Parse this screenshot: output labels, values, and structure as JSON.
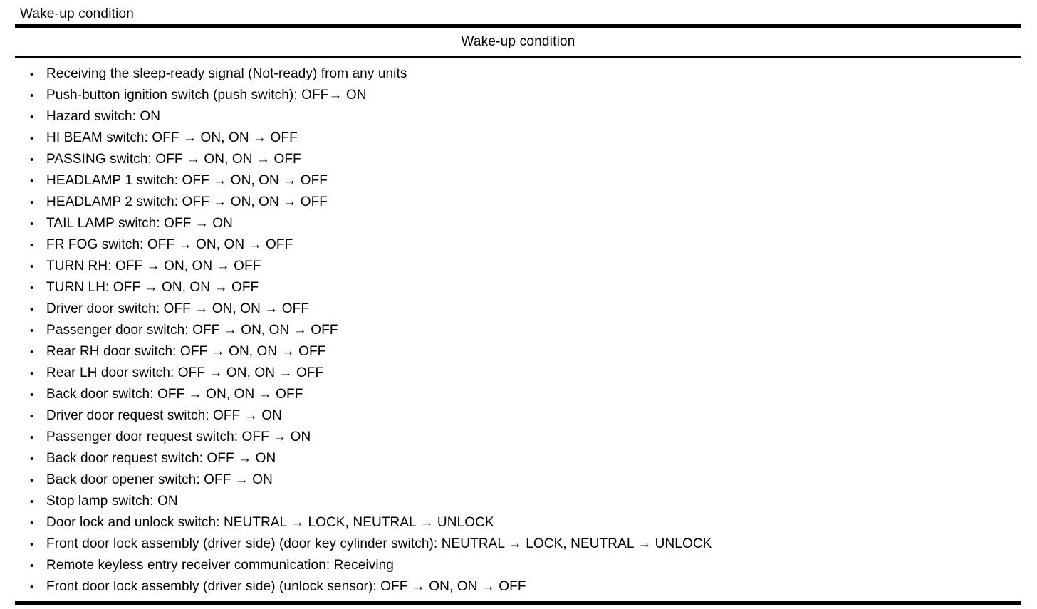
{
  "page": {
    "title": "Wake-up condition"
  },
  "table": {
    "header": "Wake-up condition",
    "items": [
      "Receiving the sleep-ready signal (Not-ready) from any units",
      "Push-button ignition switch (push switch): OFF→ ON",
      "Hazard switch: ON",
      "HI BEAM switch: OFF → ON, ON → OFF",
      "PASSING switch: OFF → ON, ON → OFF",
      "HEADLAMP 1 switch: OFF → ON, ON → OFF",
      "HEADLAMP 2 switch: OFF → ON, ON → OFF",
      "TAIL LAMP switch: OFF → ON",
      "FR FOG switch: OFF → ON, ON → OFF",
      "TURN RH: OFF → ON, ON → OFF",
      "TURN LH: OFF → ON, ON → OFF",
      "Driver door switch: OFF → ON, ON → OFF",
      "Passenger door switch: OFF → ON, ON → OFF",
      "Rear RH door switch: OFF → ON, ON → OFF",
      "Rear LH door switch: OFF → ON, ON → OFF",
      "Back door switch: OFF → ON, ON → OFF",
      "Driver door request switch: OFF → ON",
      "Passenger door request switch: OFF → ON",
      "Back door request switch: OFF → ON",
      "Back door opener switch: OFF → ON",
      "Stop lamp switch: ON",
      "Door lock and unlock switch: NEUTRAL → LOCK, NEUTRAL → UNLOCK",
      "Front door lock assembly (driver side) (door key cylinder switch): NEUTRAL → LOCK, NEUTRAL → UNLOCK",
      "Remote keyless entry receiver communication: Receiving",
      "Front door lock assembly (driver side) (unlock sensor): OFF → ON, ON → OFF"
    ]
  },
  "icons": {
    "bullet": "•"
  },
  "colors": {
    "text": "#000000",
    "background": "#ffffff",
    "border": "#000000"
  }
}
